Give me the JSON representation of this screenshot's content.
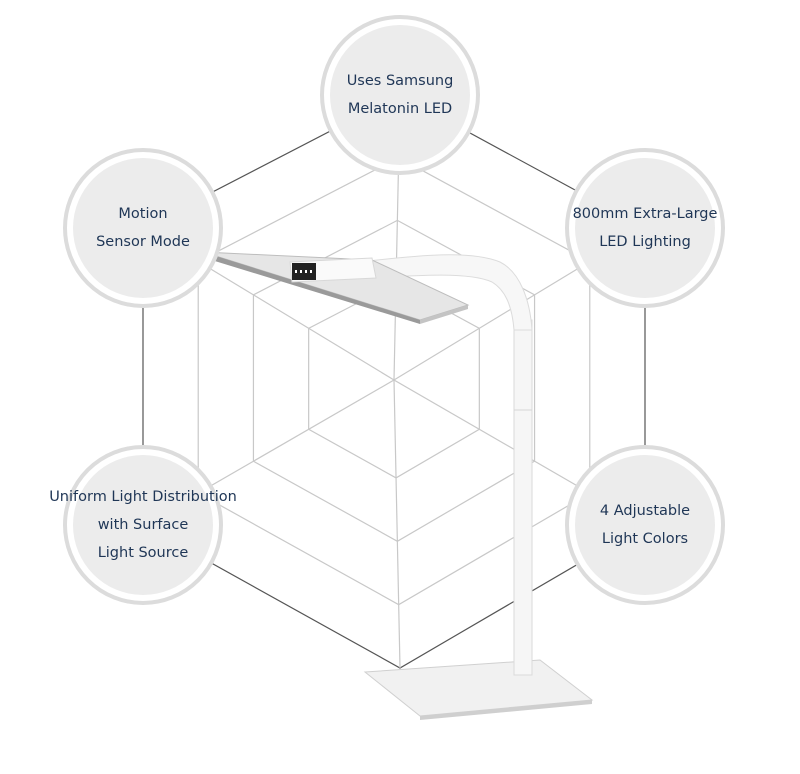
{
  "features": [
    {
      "lines": [
        "Uses Samsung",
        "Melatonin LED"
      ]
    },
    {
      "lines": [
        "Motion",
        "Sensor Mode"
      ]
    },
    {
      "lines": [
        "800mm Extra-Large",
        "LED Lighting"
      ]
    },
    {
      "lines": [
        "Uniform Light Distribution",
        "with Surface",
        "Light Source"
      ]
    },
    {
      "lines": [
        "4 Adjustable",
        "Light Colors"
      ]
    }
  ],
  "colors": {
    "text": "#1f3656",
    "web": "#c8c8c8",
    "ring": "#dcdcdc",
    "fill": "#ececec"
  }
}
